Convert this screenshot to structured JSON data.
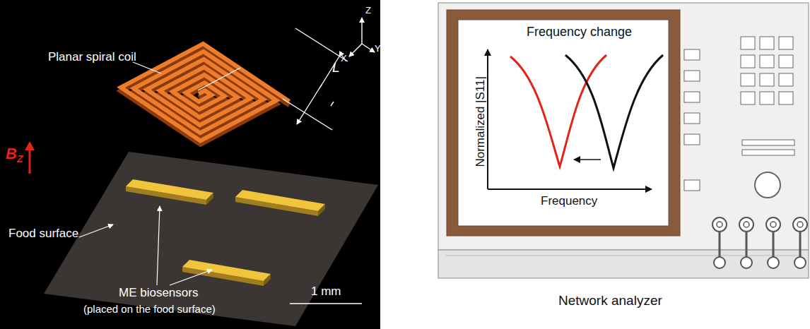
{
  "diagram": {
    "labels": [
      "Planar spiral coil",
      "L",
      "Z",
      "X",
      "Y",
      "B",
      "Z",
      "Food surface",
      "ME biosensors",
      "(placed on the food surface)",
      "1 mm",
      "Frequency change",
      "Normalized |S11|",
      "Frequency",
      "Network analyzer"
    ]
  }
}
